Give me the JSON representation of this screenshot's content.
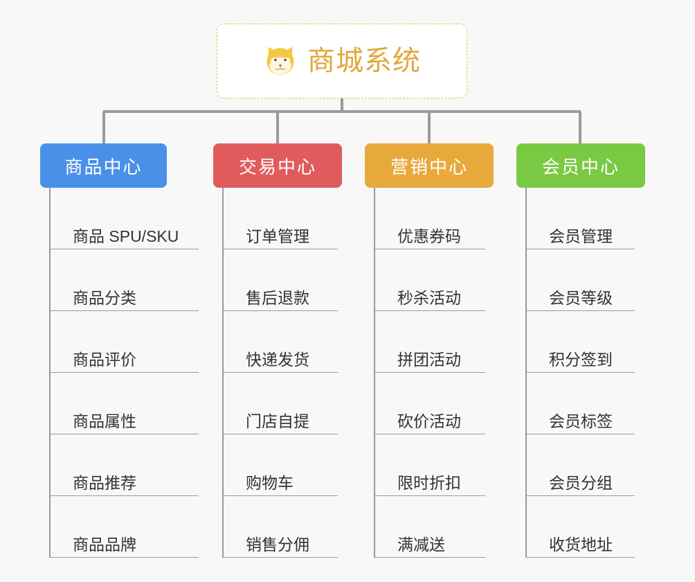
{
  "root": {
    "title": "商城系统",
    "icon": "shiba-dog-icon",
    "title_color": "#e0a83c",
    "border_color": "#e8b964"
  },
  "connector_color": "#9a9a9a",
  "background_color": "#f8f8f8",
  "branches": [
    {
      "label": "商品中心",
      "color": "#4a90e8",
      "items": [
        "商品 SPU/SKU",
        "商品分类",
        "商品评价",
        "商品属性",
        "商品推荐",
        "商品品牌"
      ]
    },
    {
      "label": "交易中心",
      "color": "#e05c5c",
      "items": [
        "订单管理",
        "售后退款",
        "快递发货",
        "门店自提",
        "购物车",
        "销售分佣"
      ]
    },
    {
      "label": "营销中心",
      "color": "#e8a93c",
      "items": [
        "优惠券码",
        "秒杀活动",
        "拼团活动",
        "砍价活动",
        "限时折扣",
        "满减送"
      ]
    },
    {
      "label": "会员中心",
      "color": "#7ac943",
      "items": [
        "会员管理",
        "会员等级",
        "积分签到",
        "会员标签",
        "会员分组",
        "收货地址"
      ]
    }
  ]
}
